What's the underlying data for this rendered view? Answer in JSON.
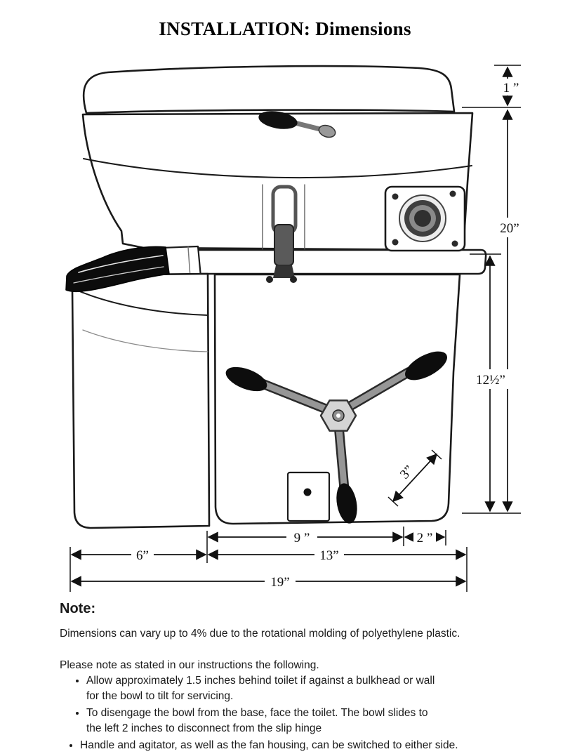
{
  "title": "INSTALLATION: Dimensions",
  "dims": {
    "d1": "1 ”",
    "d20": "20”",
    "d12half": "12½”",
    "d3": "3”",
    "d9": "9 ”",
    "d2": "2 ”",
    "d6": "6”",
    "d13": "13”",
    "d19": "19”"
  },
  "note": {
    "heading": "Note:",
    "body": "Dimensions can vary up to 4% due to the rotational molding of polyethylene plastic.",
    "intro": "Please note as stated in our instructions the following.",
    "bullets": [
      "Allow approximately 1.5  inches behind toilet if against a bulkhead or wall\nfor the bowl to tilt for servicing.",
      "To disengage the bowl from the base, face  the toilet. The bowl slides to\nthe left 2 inches to disconnect from the slip hinge",
      "Handle and agitator, as well as the fan housing, can be switched to either side."
    ]
  }
}
